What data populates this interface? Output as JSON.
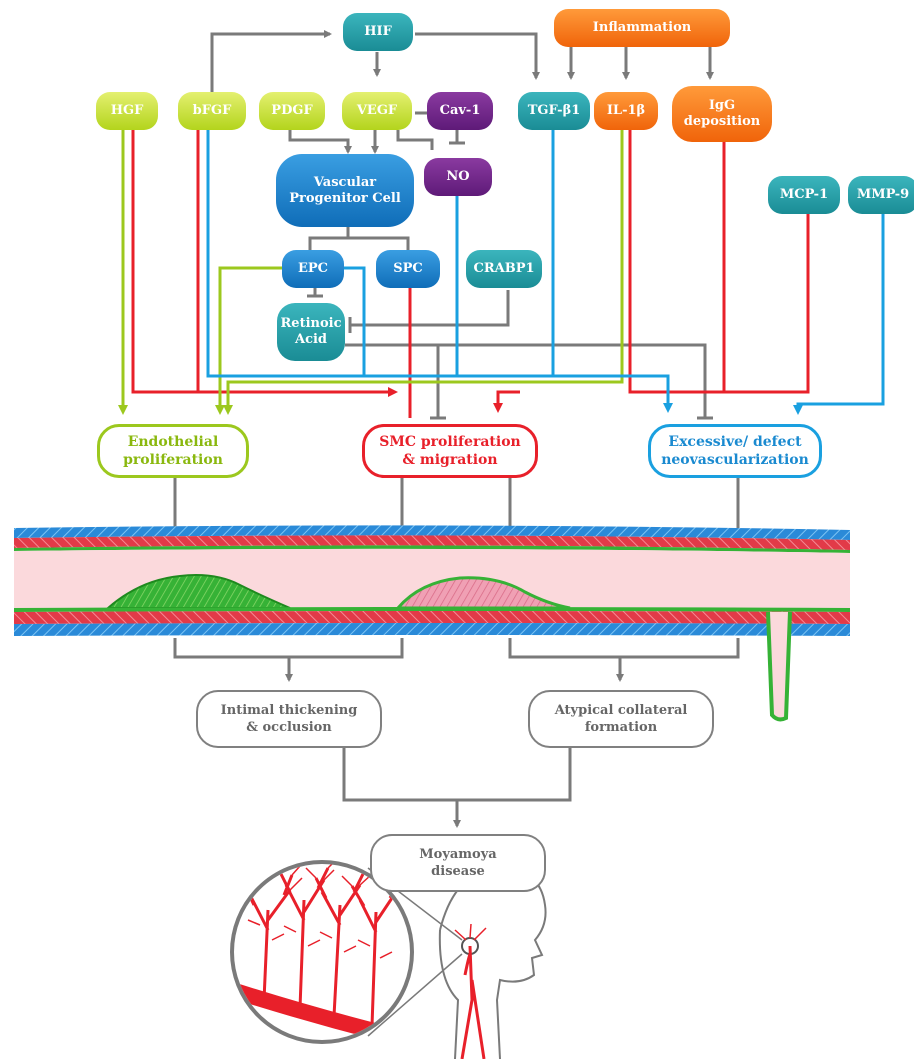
{
  "nodes": {
    "hif": "HIF",
    "inflammation": "Inflammation",
    "hgf": "HGF",
    "bfgf": "bFGF",
    "pdgf": "PDGF",
    "vegf": "VEGF",
    "cav1": "Cav-1",
    "tgfb1": "TGF-β1",
    "il1b": "IL-1β",
    "igg": "IgG\ndeposition",
    "vpc": "Vascular\nProgenitor Cell",
    "no": "NO",
    "mcp1": "MCP-1",
    "mmp9": "MMP-9",
    "epc": "EPC",
    "spc": "SPC",
    "crabp1": "CRABP1",
    "retinoic": "Retinoic\nAcid"
  },
  "outcomes": {
    "endothelial": "Endothelial\nproliferation",
    "smc": "SMC proliferation\n& migration",
    "neovasc": "Excessive/ defect\nneovascularization",
    "intimal": "Intimal thickening\n& occlusion",
    "collateral": "Atypical collateral\nformation",
    "moyamoya": "Moyamoya\ndisease"
  },
  "colors": {
    "lime": "#9cc81e",
    "red": "#e8202a",
    "blue": "#1aa0e0",
    "grey": "#7a7a7a",
    "vessel_blue": "#2a8ad8",
    "vessel_red": "#e23a48",
    "lumen": "#fbd9dc",
    "plaque_green": "#36b236",
    "plaque_pink": "#f0a0b4"
  }
}
